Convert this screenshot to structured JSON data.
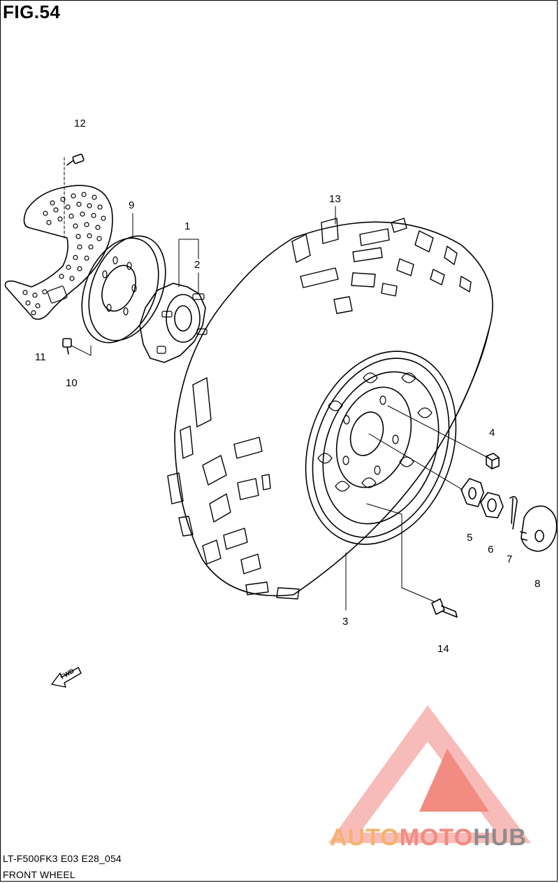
{
  "figure": {
    "title": "FIG.54"
  },
  "callouts": [
    "1",
    "2",
    "3",
    "4",
    "5",
    "6",
    "7",
    "8",
    "9",
    "10",
    "11",
    "12",
    "13",
    "14"
  ],
  "fwd_label": "FWD",
  "footer": {
    "model_code": "LT-F500FK3 E03 E28_054",
    "caption": "FRONT WHEEL"
  },
  "watermark": {
    "part1": "AUTO",
    "part2": "MOTO",
    "part3": "HUB",
    "colors": {
      "orange": "#f6b26b",
      "red": "#f28b82",
      "gray": "#8c8c8c"
    }
  }
}
